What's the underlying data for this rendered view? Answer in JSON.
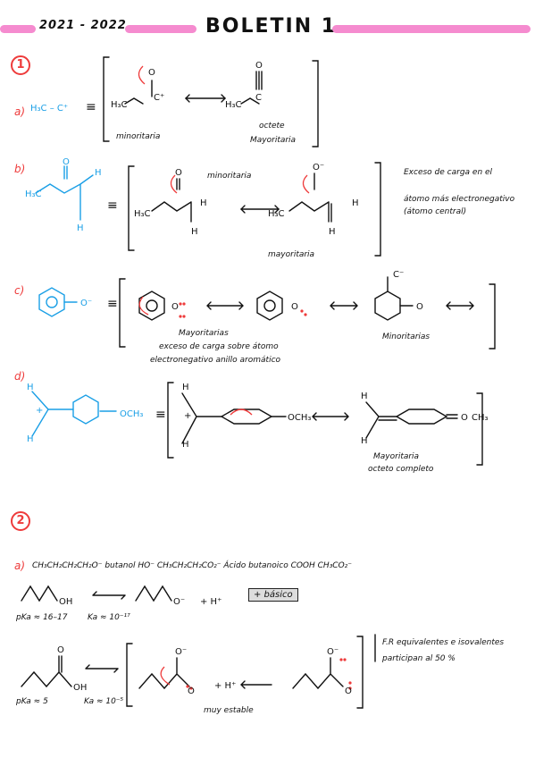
{
  "header": {
    "year": "2021 - 2022",
    "title": "BOLETIN 1"
  },
  "section1": {
    "number": "1",
    "a": {
      "label": "a)",
      "formula": "H₃C – C⁺",
      "minor_text": "minoritaria",
      "major_text1": "octete",
      "major_text2": "Mayoritaria"
    },
    "b": {
      "label": "b)",
      "minor_text": "minoritaria",
      "major_text": "mayoritaria",
      "note_line1": "Exceso de carga en el",
      "note_line2": "átomo más electronegativo",
      "note_line3": "(átomo central)"
    },
    "c": {
      "label": "c)",
      "major_text": "Mayoritarias",
      "note_line1": "exceso de carga sobre átomo",
      "note_line2": "electronegativo anillo aromático",
      "minor_text": "Minoritarias"
    },
    "d": {
      "label": "d)",
      "group": "OCH₃",
      "major_text1": "Mayoritaria",
      "major_text2": "octeto completo"
    }
  },
  "section2": {
    "number": "2",
    "a": {
      "label": "a)",
      "line": "CH₃CH₂CH₂CH₂O⁻  butanol  HO⁻  CH₃CH₂CH₂CO₂⁻  Ácido butanoico  COOH  CH₃CO₂⁻",
      "pka1": "pKa ≈ 16–17",
      "ka1": "Ka ≈ 10⁻¹⁷",
      "basic_box": "+ básico",
      "pka2": "pKa ≈ 5",
      "ka2": "Ka ≈ 10⁻⁵",
      "very_stable": "muy estable",
      "note_line1": "F.R equivalentes e isovalentes",
      "note_line2": "participan al 50 %"
    }
  },
  "colors": {
    "accent_pink": "#f58bcf",
    "red": "#ee3b3b",
    "blue": "#1a9fe6"
  }
}
